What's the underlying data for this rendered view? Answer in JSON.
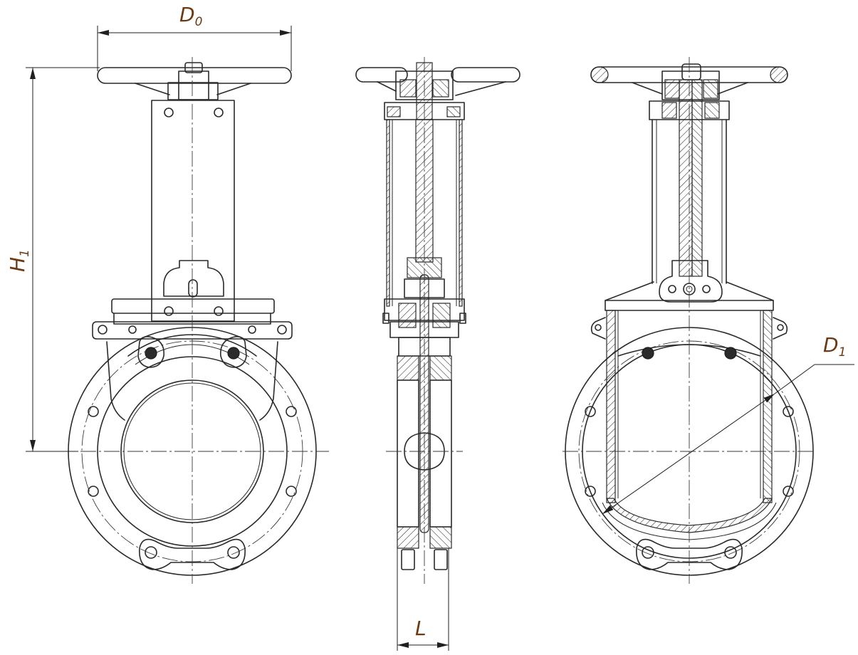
{
  "labels": {
    "d0": {
      "main": "D",
      "sub": "0"
    },
    "h1": {
      "main": "H",
      "sub": "1"
    },
    "d1": {
      "main": "D",
      "sub": "1"
    },
    "l": {
      "main": "L"
    }
  },
  "colors": {
    "line": "#2a2a2a",
    "label": "#6b3a12",
    "background": "#ffffff"
  }
}
